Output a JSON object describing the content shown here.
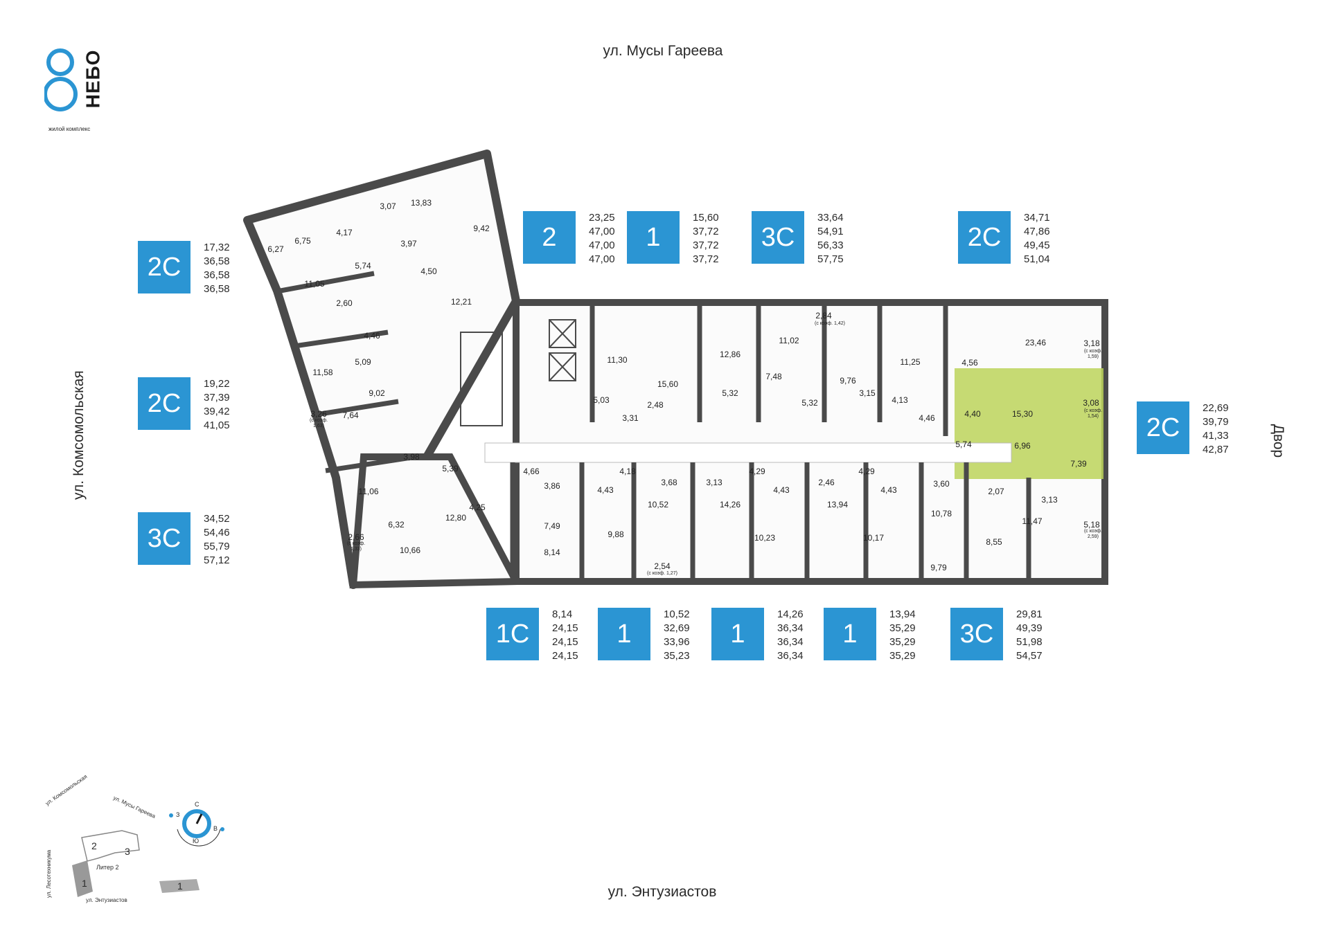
{
  "streets": {
    "top": "ул. Мусы Гареева",
    "bottom": "ул. Энтузиастов",
    "left": "ул. Комсомольская",
    "right": "Двор"
  },
  "logo": {
    "word": "НЕБО",
    "tagline": "жилой комплекс",
    "accent": "#2b95d3"
  },
  "colors": {
    "badge": "#2b95d3",
    "highlight": "#bcd35a",
    "wall": "#4a4a4a"
  },
  "units": [
    {
      "type": "2С",
      "areas": [
        "17,32",
        "36,58",
        "36,58",
        "36,58"
      ]
    },
    {
      "type": "2С",
      "areas": [
        "19,22",
        "37,39",
        "39,42",
        "41,05"
      ]
    },
    {
      "type": "3С",
      "areas": [
        "34,52",
        "54,46",
        "55,79",
        "57,12"
      ]
    },
    {
      "type": "2",
      "areas": [
        "23,25",
        "47,00",
        "47,00",
        "47,00"
      ]
    },
    {
      "type": "1",
      "areas": [
        "15,60",
        "37,72",
        "37,72",
        "37,72"
      ]
    },
    {
      "type": "3С",
      "areas": [
        "33,64",
        "54,91",
        "56,33",
        "57,75"
      ]
    },
    {
      "type": "2С",
      "areas": [
        "34,71",
        "47,86",
        "49,45",
        "51,04"
      ]
    },
    {
      "type": "2С",
      "areas": [
        "22,69",
        "39,79",
        "41,33",
        "42,87"
      ]
    },
    {
      "type": "1С",
      "areas": [
        "8,14",
        "24,15",
        "24,15",
        "24,15"
      ]
    },
    {
      "type": "1",
      "areas": [
        "10,52",
        "32,69",
        "33,96",
        "35,23"
      ]
    },
    {
      "type": "1",
      "areas": [
        "14,26",
        "36,34",
        "36,34",
        "36,34"
      ]
    },
    {
      "type": "1",
      "areas": [
        "13,94",
        "35,29",
        "35,29",
        "35,29"
      ]
    },
    {
      "type": "3С",
      "areas": [
        "29,81",
        "49,39",
        "51,98",
        "54,57"
      ]
    }
  ],
  "rooms": [
    "3,07",
    "13,83",
    "6,27",
    "6,75",
    "4,17",
    "9,42",
    "3,97",
    "5,74",
    "4,50",
    "11,05",
    "2,60",
    "12,21",
    "4,46",
    "11,58",
    "5,09",
    "9,02",
    "7,64",
    "3,26",
    "3,98",
    "11,06",
    "5,39",
    "6,32",
    "10,66",
    "2,66",
    "12,80",
    "4,25",
    "11,30",
    "5,03",
    "3,31",
    "15,60",
    "2,48",
    "12,86",
    "5,32",
    "11,02",
    "7,48",
    "2,84",
    "9,76",
    "5,32",
    "3,15",
    "4,13",
    "11,25",
    "4,56",
    "23,46",
    "3,18",
    "4,46",
    "4,40",
    "15,30",
    "3,08",
    "5,74",
    "6,96",
    "7,39",
    "4,66",
    "3,86",
    "7,49",
    "8,14",
    "4,18",
    "4,43",
    "3,68",
    "9,88",
    "10,52",
    "2,54",
    "3,13",
    "14,26",
    "4,29",
    "4,43",
    "10,23",
    "2,46",
    "13,94",
    "4,29",
    "4,43",
    "10,17",
    "3,60",
    "2,07",
    "10,78",
    "9,79",
    "3,13",
    "11,47",
    "8,55",
    "5,18"
  ],
  "room_notes": [
    "(с коэф. 1,63)",
    "(с коэф. 1,33)",
    "(с коэф. 1,42)",
    "(с коэф. 1,59)",
    "(с коэф. 1,54)",
    "(с коэф. 1,27)",
    "(с коэф. 2,59)"
  ],
  "minimap": {
    "labels": [
      "ул. Комсомольская",
      "ул. Мусы Гареева",
      "ул. Лесотехникума",
      "ул. Энтузиастов",
      "Литер 2"
    ],
    "blocks": [
      "1",
      "2",
      "3",
      "1"
    ],
    "compass": [
      "С",
      "З",
      "В",
      "Ю"
    ]
  }
}
